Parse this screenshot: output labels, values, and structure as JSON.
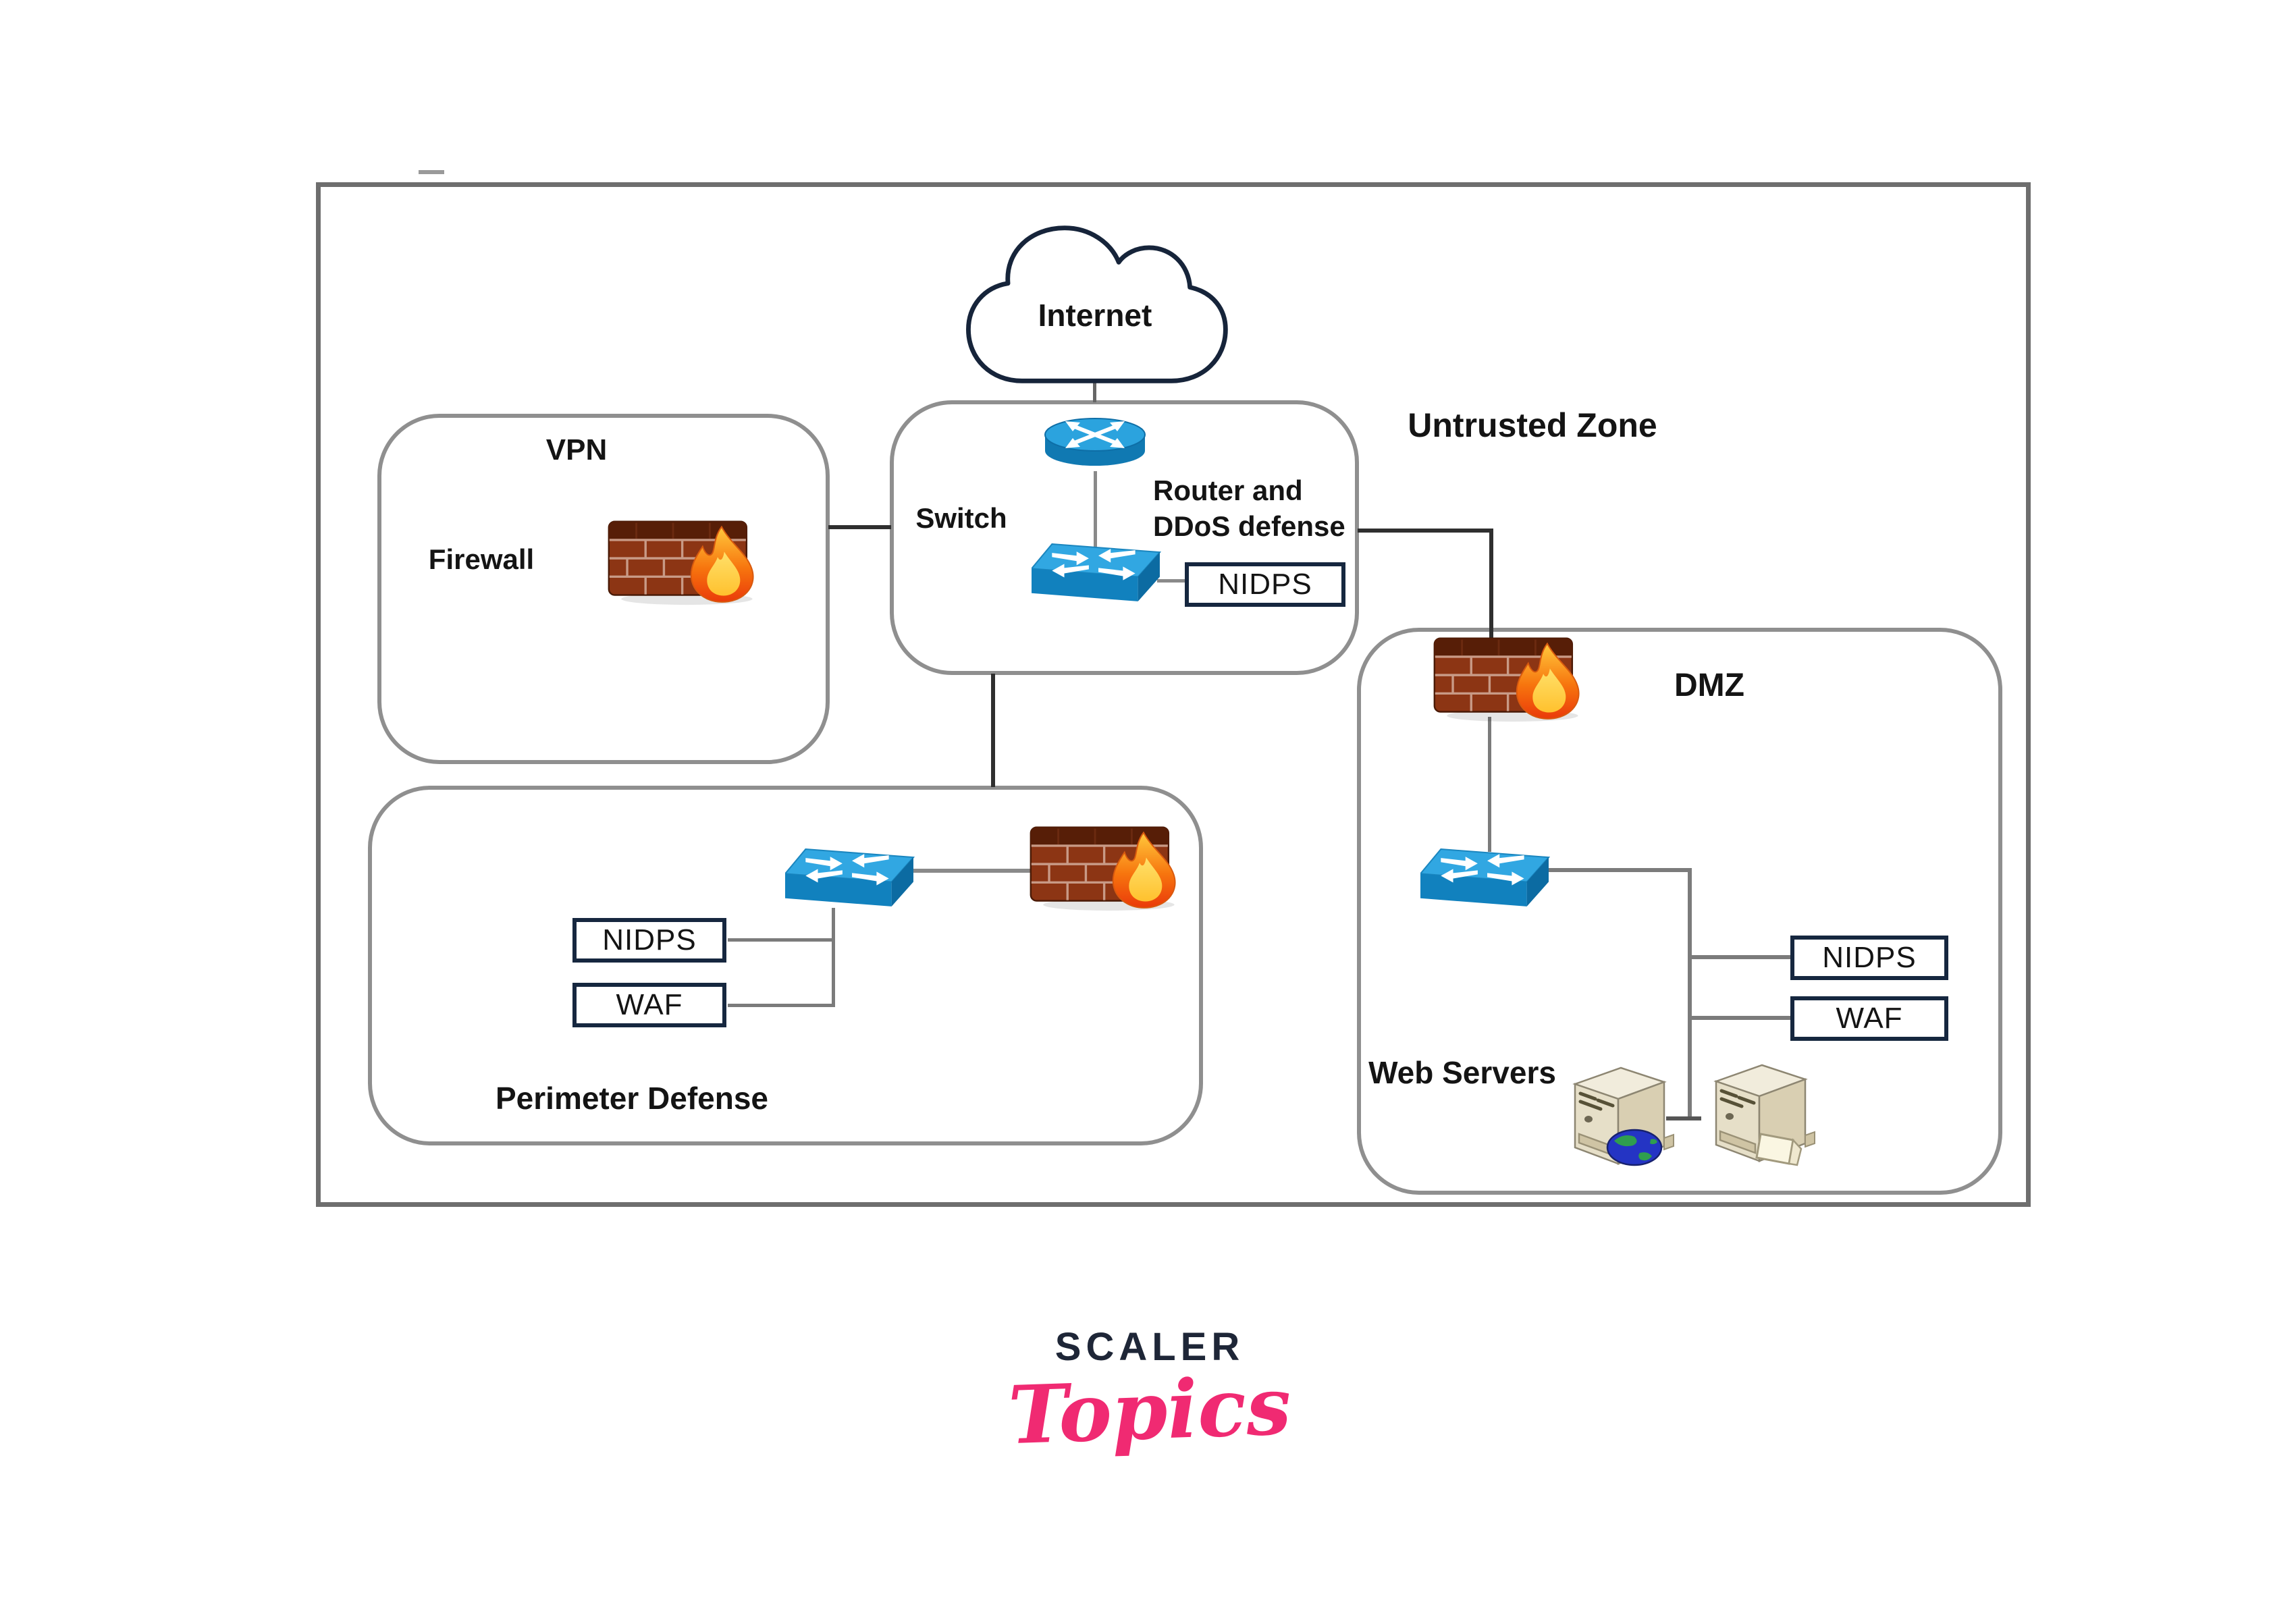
{
  "diagram": {
    "untrusted_zone_label": "Untrusted Zone",
    "internet": {
      "label": "Internet"
    },
    "vpn": {
      "title": "VPN",
      "firewall_label": "Firewall"
    },
    "core": {
      "switch_label": "Switch",
      "router_caption_line1": "Router and",
      "router_caption_line2": "DDoS defense",
      "nidps_label": "NIDPS"
    },
    "dmz": {
      "title": "DMZ",
      "nidps_label": "NIDPS",
      "waf_label": "WAF",
      "web_servers_label": "Web Servers"
    },
    "perimeter": {
      "title": "Perimeter Defense",
      "nidps_label": "NIDPS",
      "waf_label": "WAF"
    }
  },
  "branding": {
    "wordmark": "SCALER",
    "sub_wordmark": "Topics"
  },
  "icons": [
    "internet-cloud-icon",
    "router-icon",
    "switch-icon",
    "firewall-icon",
    "web-server-globe-icon",
    "web-server-files-icon"
  ],
  "colors": {
    "cloud_outline": "#16243a",
    "zone_box_border": "#8f8f8f",
    "outer_border": "#6e6e6e",
    "label_box_border": "#16273f",
    "connector_dark": "#2f2f2f",
    "connector_gray": "#7b7b7b",
    "cisco_blue_top": "#31a7e2",
    "cisco_blue_front": "#1181be",
    "brick_red": "#8c3514",
    "flame_orange": "#f4770f",
    "flame_yellow": "#ffd84a",
    "server_beige": "#e6dfc8",
    "brand_navy": "#1e2637",
    "brand_pink": "#f02a72"
  }
}
